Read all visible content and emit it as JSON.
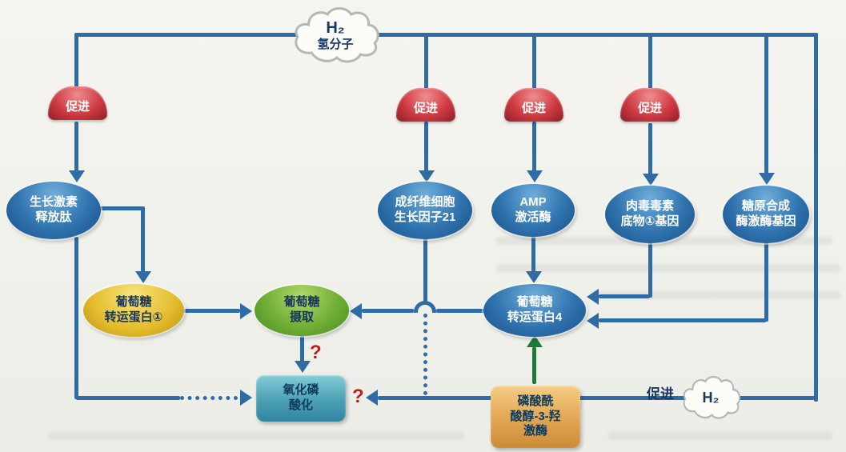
{
  "top_cloud": {
    "formula": "H₂",
    "label": "氢分子"
  },
  "promotes": {
    "p1": "促进",
    "p2": "促进",
    "p3": "促进",
    "p4": "促进"
  },
  "nodes": {
    "ghrelin": {
      "line1": "生长激素",
      "line2": "释放肽"
    },
    "fgf21": {
      "line1": "成纤维细胞",
      "line2": "生长因子21"
    },
    "ampk": {
      "line1": "AMP",
      "line2": "激活酶"
    },
    "cbs": {
      "line1": "肉毒毒素",
      "line2": "底物①基因"
    },
    "gsk": {
      "line1": "糖原合成",
      "line2": "酶激酶基因"
    },
    "glut1": {
      "line1": "葡萄糖",
      "line2": "转运蛋白①"
    },
    "uptake": {
      "line1": "葡萄糖",
      "line2": "摄取"
    },
    "glut4": {
      "line1": "葡萄糖",
      "line2": "转运蛋白4"
    },
    "oxphos": {
      "line1": "氧化磷",
      "line2": "酸化"
    },
    "pi3k": {
      "line1": "磷酸酰",
      "line2": "酸醇-3-羟",
      "line3": "激酶"
    }
  },
  "bottom": {
    "promote": "促进",
    "formula": "H₂"
  },
  "marks": {
    "q1": "?",
    "q2": "?"
  },
  "colors": {
    "arrow_blue": "#2f6ba5",
    "arrow_green": "#1e7a35",
    "promote_red": "#c0303a",
    "node_blue": "#2f73ae",
    "node_yellow": "#e3bb2a",
    "node_green": "#6aab33",
    "box_teal": "#4ba0b4",
    "box_orange": "#e0a14e",
    "question_red": "#c11f1f"
  }
}
